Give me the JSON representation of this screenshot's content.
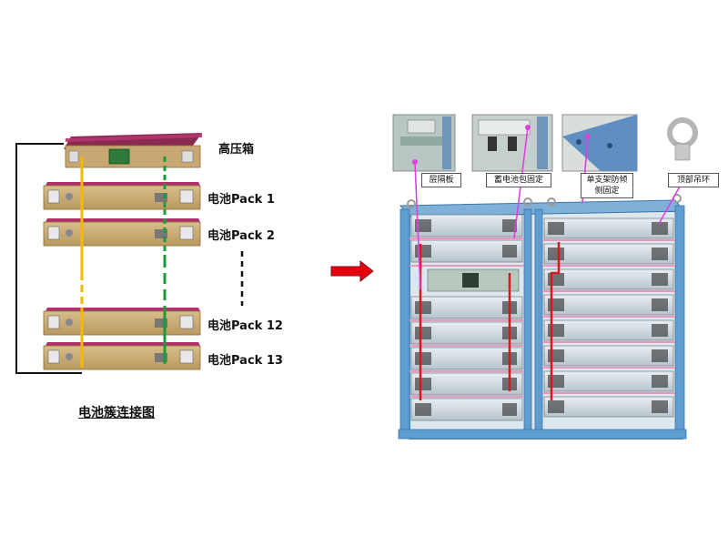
{
  "left": {
    "hv_box_label": "高压箱",
    "packs": [
      {
        "id": "p1",
        "label": "电池Pack 1"
      },
      {
        "id": "p2",
        "label": "电池Pack 2"
      },
      {
        "id": "p12",
        "label": "电池Pack 12"
      },
      {
        "id": "p13",
        "label": "电池Pack 13"
      }
    ],
    "caption": "电池簇连接图"
  },
  "right": {
    "callouts": [
      {
        "id": "c1",
        "label": "层隔板"
      },
      {
        "id": "c2",
        "label": "蓄电池包固定"
      },
      {
        "id": "c3",
        "label": "单支架防倾侧固定"
      },
      {
        "id": "c4",
        "label": "顶部吊环"
      }
    ]
  },
  "colors": {
    "pack_body": "#cfb07a",
    "pack_top": "#b0306e",
    "frame_blue": "#4f8fc6",
    "yellow_cable": "#f5b800",
    "green_cable": "#1f9a3a",
    "arrow_red": "#e5000c",
    "magenta_pointer": "#e040e0",
    "red_cable": "#d01c1c"
  }
}
